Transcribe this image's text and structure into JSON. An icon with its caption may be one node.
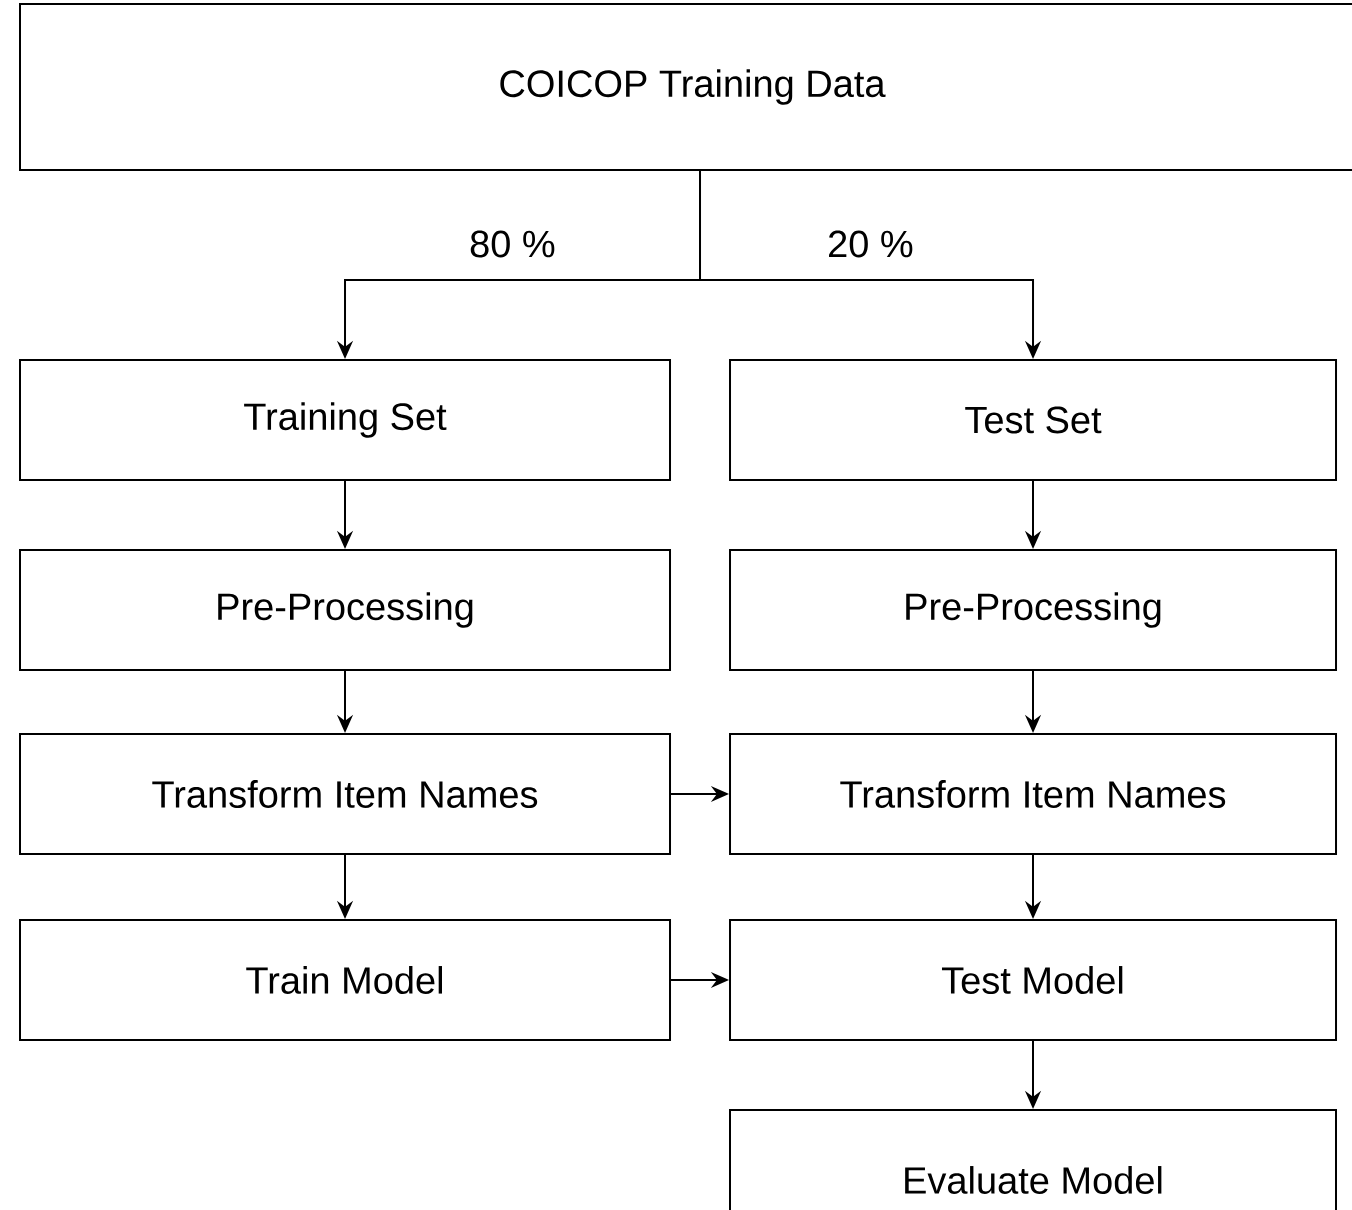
{
  "diagram": {
    "nodes": [
      {
        "text": [
          "COICOP Training Data"
        ]
      },
      {
        "text": [
          "Training Set"
        ]
      },
      {
        "text": [
          "Test Set"
        ]
      },
      {
        "text": [
          "Pre-Processing"
        ]
      },
      {
        "text": [
          "Pre-Processing"
        ]
      },
      {
        "text": [
          "Transform Item Names"
        ]
      },
      {
        "text": [
          "Transform Item Names"
        ]
      },
      {
        "text": [
          "Train Model"
        ]
      },
      {
        "text": [
          "Test Model"
        ]
      },
      {
        "text": [
          "Evaluate Model"
        ]
      }
    ],
    "edges": [
      {
        "from": 0,
        "to": 1,
        "arrow": "to",
        "label": "80 %"
      },
      {
        "from": 0,
        "to": 2,
        "arrow": "to",
        "label": "20 %"
      },
      {
        "from": 1,
        "to": 3,
        "arrow": "to"
      },
      {
        "from": 2,
        "to": 4,
        "arrow": "to"
      },
      {
        "from": 3,
        "to": 5,
        "arrow": "to"
      },
      {
        "from": 4,
        "to": 6,
        "arrow": "to"
      },
      {
        "from": 5,
        "to": 6,
        "arrow": "to"
      },
      {
        "from": 5,
        "to": 7,
        "arrow": "to"
      },
      {
        "from": 6,
        "to": 8,
        "arrow": "to"
      },
      {
        "from": 7,
        "to": 8,
        "arrow": "to"
      },
      {
        "from": 8,
        "to": 9,
        "arrow": "to"
      }
    ]
  }
}
